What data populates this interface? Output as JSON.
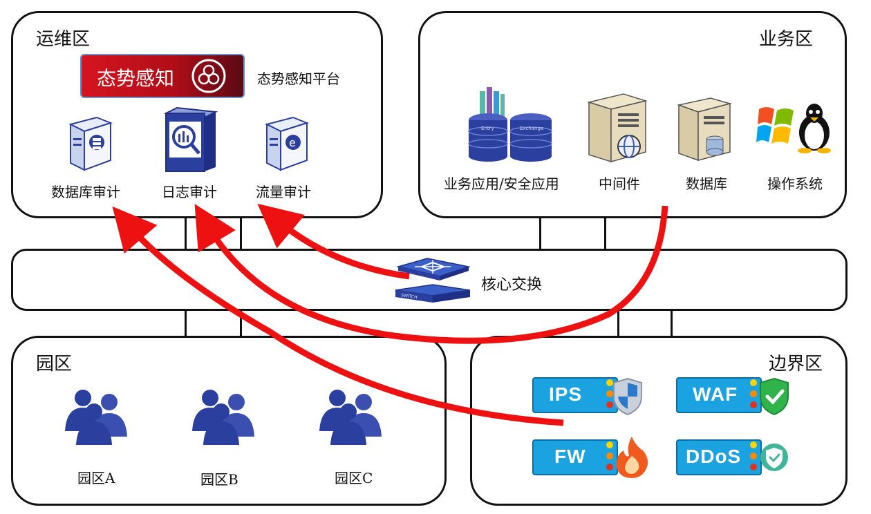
{
  "zones": {
    "ops": {
      "title": "运维区"
    },
    "business": {
      "title": "业务区"
    },
    "campus": {
      "title": "园区"
    },
    "border": {
      "title": "边界区"
    }
  },
  "ops": {
    "banner_text": "态势感知",
    "platform_label": "态势感知平台",
    "audits": [
      "数据库审计",
      "日志审计",
      "流量审计"
    ]
  },
  "business": {
    "items": [
      "业务应用/安全应用",
      "中间件",
      "数据库",
      "操作系统"
    ],
    "db_icon_text": [
      "Entry",
      "Exchange"
    ]
  },
  "core": {
    "label": "核心交换",
    "switch_text": "SWITCH"
  },
  "campus": {
    "items": [
      "园区A",
      "园区B",
      "园区C"
    ]
  },
  "border": {
    "devices": [
      "IPS",
      "WAF",
      "FW",
      "DDoS"
    ]
  },
  "colors": {
    "arrow": "#ee1111",
    "device_blue": "#2a3f9e",
    "tag_blue": "#1aa3e0",
    "banner_red": "#c40f1a"
  }
}
